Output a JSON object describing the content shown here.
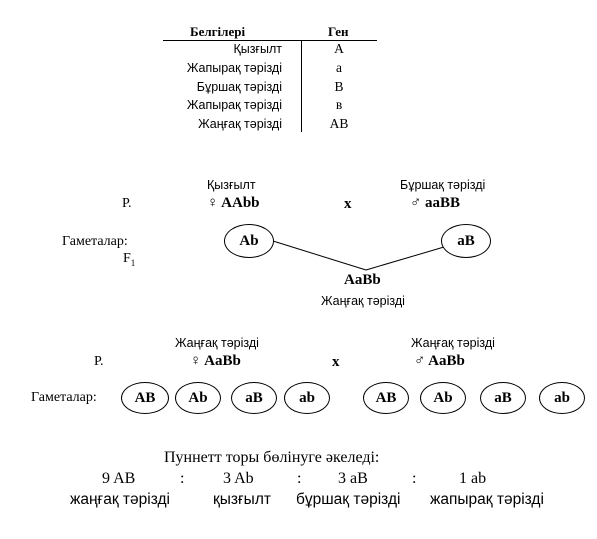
{
  "table": {
    "header_trait": "Белгілері",
    "header_gene": "Ген",
    "rows": [
      {
        "trait": "Қызғылт",
        "gene": "А"
      },
      {
        "trait": "Жапырақ тәрізді",
        "gene": "а"
      },
      {
        "trait": "Бұршақ тәрізді",
        "gene": "В"
      },
      {
        "trait": "Жапырақ тәрізді",
        "gene": "в"
      },
      {
        "trait": "Жаңғақ тәрізді",
        "gene": "АВ"
      }
    ]
  },
  "cross1": {
    "p_label": "Р.",
    "female_phenotype": "Қызғылт",
    "female_genotype": "♀ AAbb",
    "cross_sign": "x",
    "male_phenotype": "Бұршақ тәрізді",
    "male_genotype": "♂ aaBB",
    "gametes_label": "Гаметалар:",
    "f1_label": "F",
    "f1_sub": "1",
    "gamete_female": "Ab",
    "gamete_male": "aB",
    "offspring_genotype": "AaBb",
    "offspring_phenotype": "Жаңғақ тәрізді"
  },
  "cross2": {
    "p_label": "Р.",
    "female_phenotype": "Жаңғақ тәрізді",
    "female_genotype": "♀ AaBb",
    "cross_sign": "x",
    "male_phenotype": "Жаңғақ тәрізді",
    "male_genotype": "♂ AaBb",
    "gametes_label": "Гаметалар:",
    "gametes_female": [
      "AB",
      "Ab",
      "aB",
      "ab"
    ],
    "gametes_male": [
      "AB",
      "Ab",
      "aB",
      "ab"
    ]
  },
  "result": {
    "title": "Пуннетт торы бөлінуге әкеледі:",
    "ratios": [
      "9 AB",
      "3 Ab",
      "3 aB",
      "1 ab"
    ],
    "separator": ":",
    "phenotypes": [
      "жаңғақ тәрізді",
      "қызғылт",
      "бұршақ тәрізді",
      "жапырақ тәрізді"
    ]
  }
}
